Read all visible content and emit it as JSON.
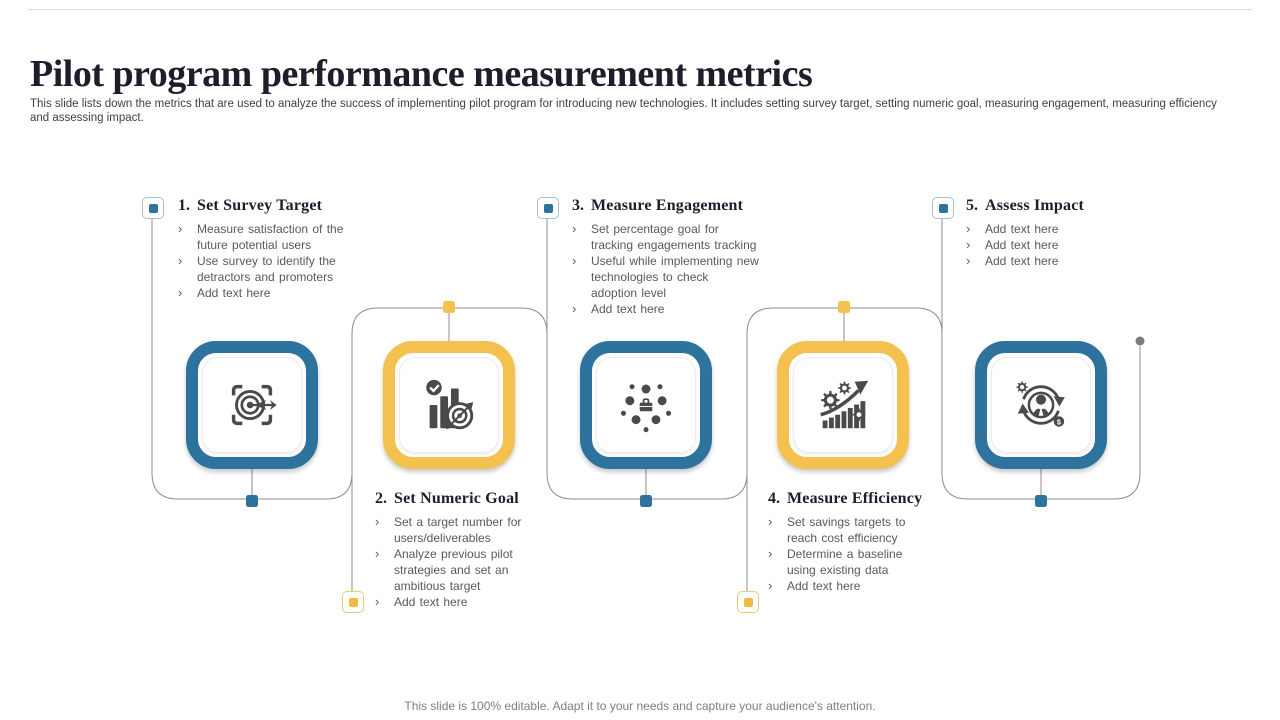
{
  "slide": {
    "title": "Pilot program performance measurement metrics",
    "subtitle": "This slide lists down the metrics that are used to analyze the success of implementing pilot program for introducing new technologies. It includes setting survey target, setting numeric goal, measuring engagement, measuring efficiency and assessing impact.",
    "footer": "This slide is 100% editable. Adapt it to your needs and capture your audience's attention."
  },
  "bullet_glyph": "›",
  "colors": {
    "blue": "#2E739E",
    "yellow": "#F5C14E",
    "yellow-fill": "#EFBA45",
    "icon": "#4A4A4D",
    "line": "#8C8C8C",
    "heading": "#1D1D2B",
    "body-text": "#595959",
    "subtitle-text": "#404040",
    "footer-text": "#7E7E7E",
    "marker-blue-border": "#A5C0D4",
    "marker-yellow-border": "#EBC878"
  },
  "steps": [
    {
      "number": "1.",
      "title": "Set Survey Target",
      "accent": "blue",
      "icon": "target-dart-icon",
      "bullets": [
        [
          "Measure satisfaction of the",
          "future potential users"
        ],
        [
          "Use survey to identify the",
          "detractors and promoters"
        ],
        [
          "Add text here"
        ]
      ]
    },
    {
      "number": "2.",
      "title": "Set Numeric Goal",
      "accent": "yellow",
      "icon": "bar-chart-target-icon",
      "bullets": [
        [
          "Set a target number for",
          "users/deliverables"
        ],
        [
          "Analyze previous pilot",
          "strategies and set an",
          "ambitious target"
        ],
        [
          "Add text here"
        ]
      ]
    },
    {
      "number": "3.",
      "title": "Measure Engagement",
      "accent": "blue",
      "icon": "team-briefcase-icon",
      "bullets": [
        [
          "Set percentage goal for",
          "tracking engagements tracking"
        ],
        [
          "Useful while implementing new",
          "technologies to check",
          "adoption level"
        ],
        [
          "Add text here"
        ]
      ]
    },
    {
      "number": "4.",
      "title": "Measure Efficiency",
      "accent": "yellow",
      "icon": "growth-gears-icon",
      "bullets": [
        [
          "Set savings targets to",
          "reach cost efficiency"
        ],
        [
          "Determine a baseline",
          "using existing data"
        ],
        [
          "Add text here"
        ]
      ]
    },
    {
      "number": "5.",
      "title": "Assess Impact",
      "accent": "blue",
      "icon": "person-cycle-icon",
      "bullets": [
        [
          "Add text here"
        ],
        [
          "Add text here"
        ],
        [
          "Add text here"
        ]
      ]
    }
  ]
}
